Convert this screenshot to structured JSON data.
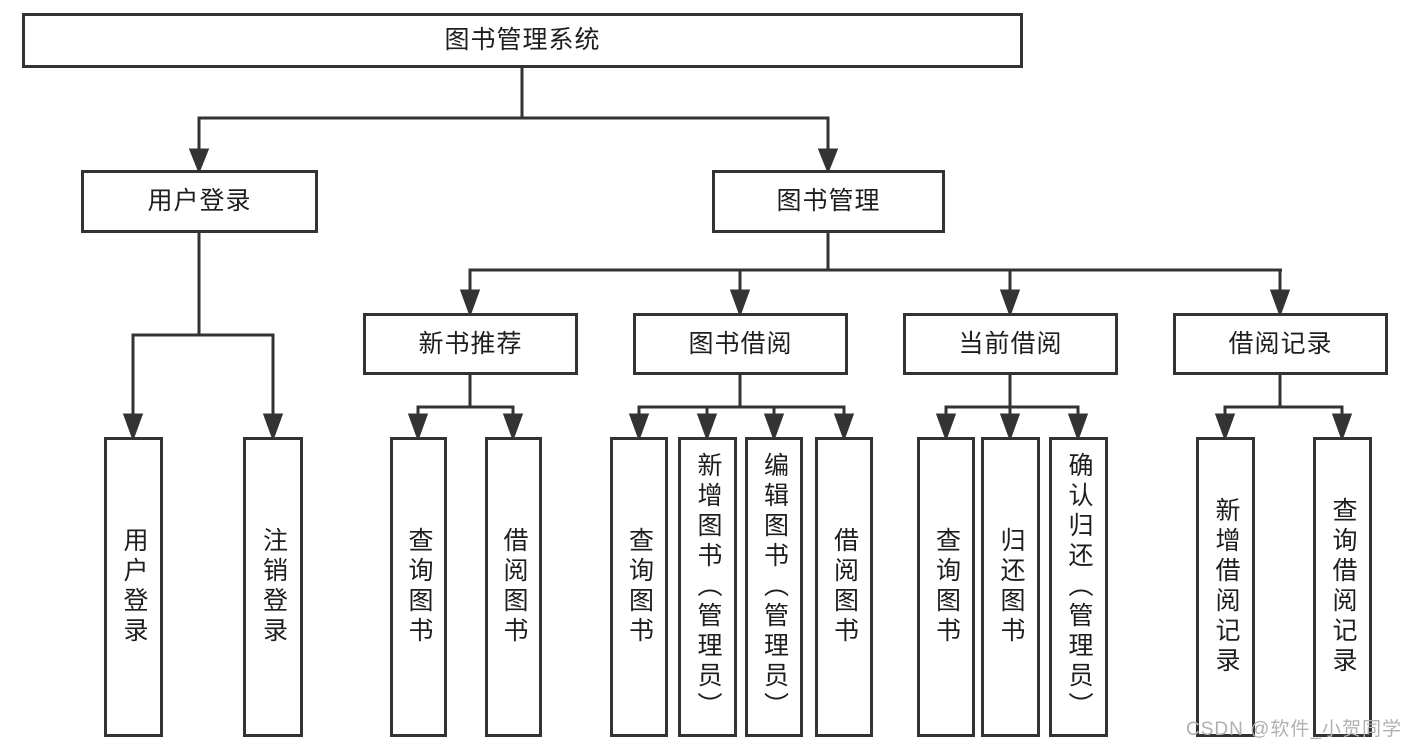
{
  "diagram_type": "hierarchy-tree",
  "colors": {
    "line": "#333333",
    "box_border": "#333333",
    "text": "#1e1e1e",
    "watermark": "#b3b0ae",
    "background": "#ffffff"
  },
  "tree": {
    "root": {
      "label": "图书管理系统"
    },
    "branches": [
      {
        "label": "用户登录",
        "children": [
          {
            "label": "用户登录"
          },
          {
            "label": "注销登录"
          }
        ]
      },
      {
        "label": "图书管理",
        "children": [
          {
            "label": "新书推荐",
            "children": [
              {
                "label": "查询图书"
              },
              {
                "label": "借阅图书"
              }
            ]
          },
          {
            "label": "图书借阅",
            "children": [
              {
                "label": "查询图书"
              },
              {
                "label": "新增图书（管理员）"
              },
              {
                "label": "编辑图书（管理员）"
              },
              {
                "label": "借阅图书"
              }
            ]
          },
          {
            "label": "当前借阅",
            "children": [
              {
                "label": "查询图书"
              },
              {
                "label": "归还图书"
              },
              {
                "label": "确认归还（管理员）"
              }
            ]
          },
          {
            "label": "借阅记录",
            "children": [
              {
                "label": "新增借阅记录"
              },
              {
                "label": "查询借阅记录"
              }
            ]
          }
        ]
      }
    ]
  },
  "watermark": {
    "text": "CSDN @软件_小贺同学"
  }
}
